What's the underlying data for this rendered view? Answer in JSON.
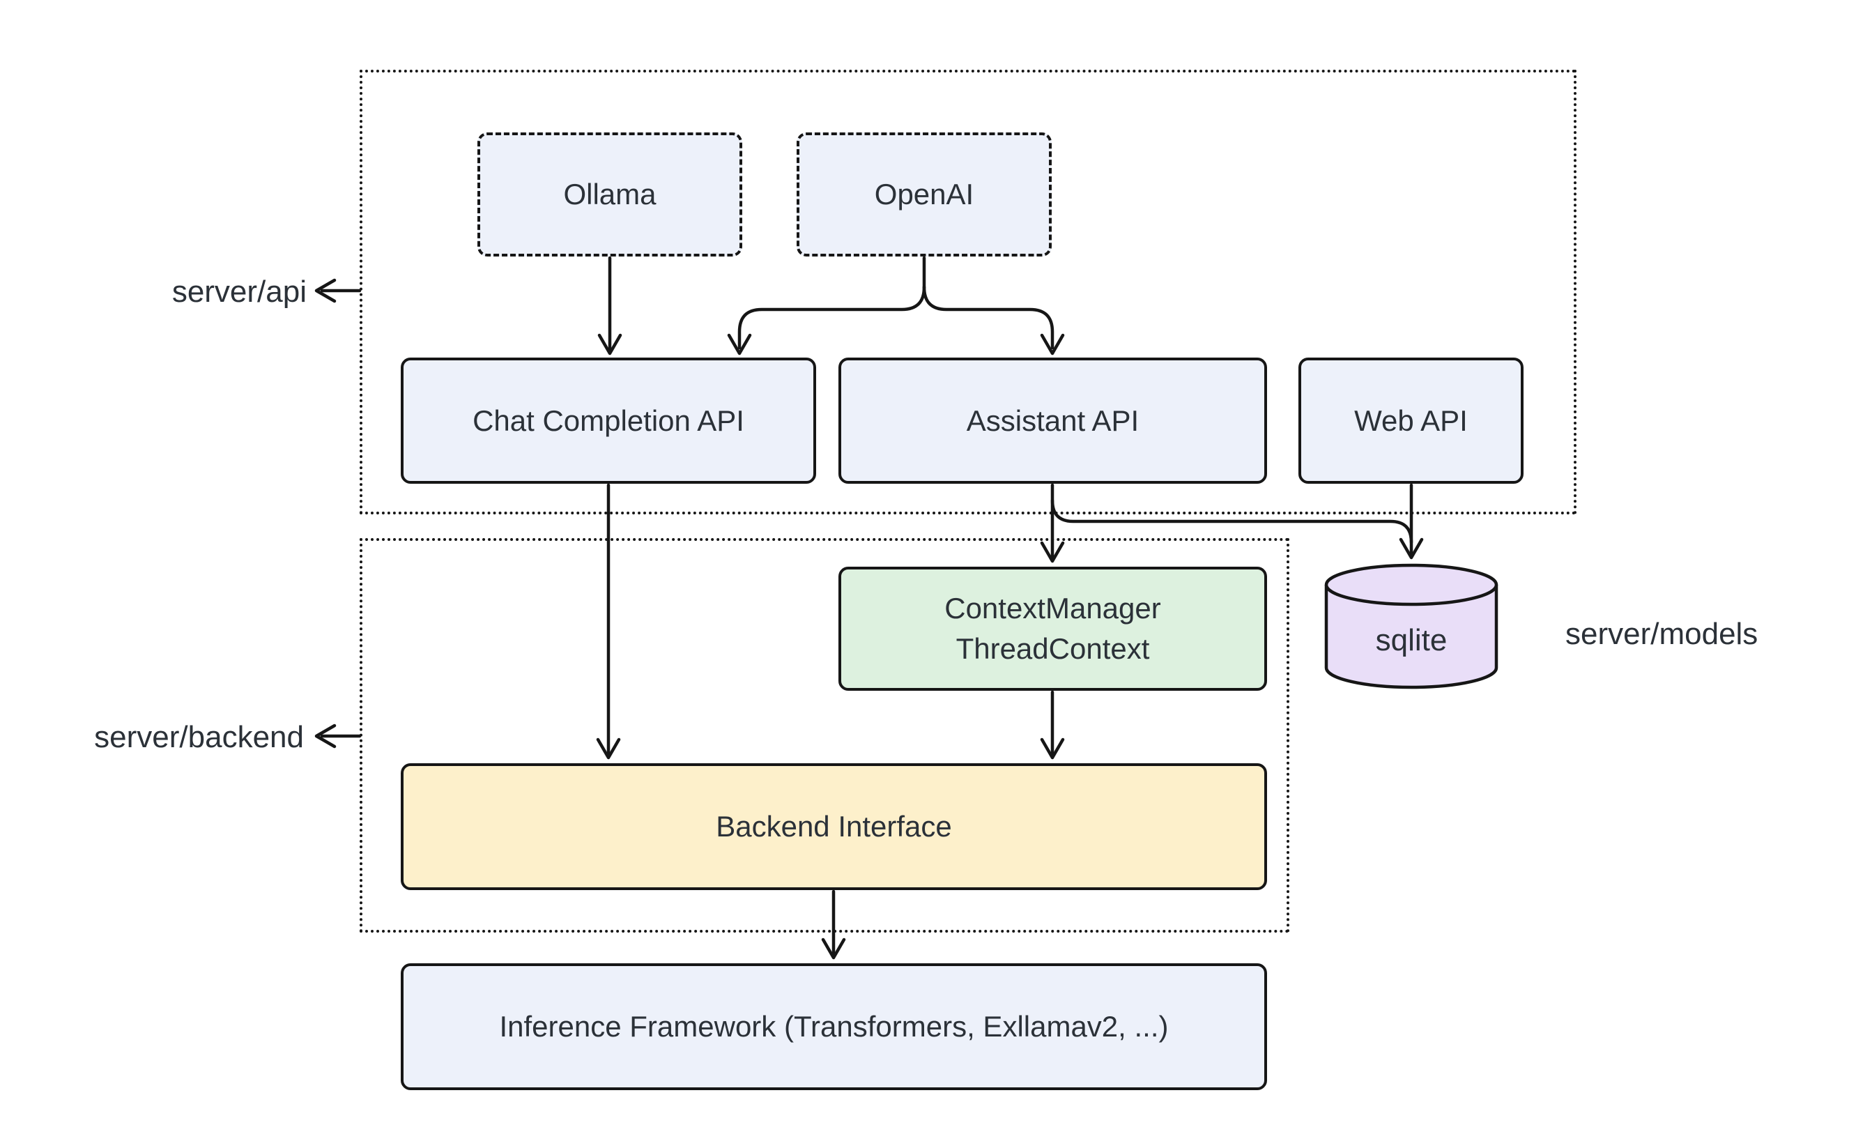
{
  "groups": {
    "api": {
      "label": "server/api"
    },
    "backend": {
      "label": "server/backend"
    },
    "models": {
      "label": "server/models"
    }
  },
  "nodes": {
    "ollama": {
      "label": "Ollama"
    },
    "openai": {
      "label": "OpenAI"
    },
    "chat_completion_api": {
      "label": "Chat Completion API"
    },
    "assistant_api": {
      "label": "Assistant API"
    },
    "web_api": {
      "label": "Web API"
    },
    "context_manager": {
      "line1": "ContextManager",
      "line2": "ThreadContext"
    },
    "sqlite": {
      "label": "sqlite"
    },
    "backend_interface": {
      "label": "Backend Interface"
    },
    "inference_framework": {
      "label": "Inference Framework (Transformers, Exllamav2, ...)"
    }
  },
  "edges": [
    {
      "from": "Ollama",
      "to": "Chat Completion API"
    },
    {
      "from": "OpenAI",
      "to": "Chat Completion API"
    },
    {
      "from": "OpenAI",
      "to": "Assistant API"
    },
    {
      "from": "Chat Completion API",
      "to": "Backend Interface"
    },
    {
      "from": "Assistant API",
      "to": "ContextManager ThreadContext"
    },
    {
      "from": "Assistant API",
      "to": "sqlite"
    },
    {
      "from": "Web API",
      "to": "sqlite"
    },
    {
      "from": "ContextManager ThreadContext",
      "to": "Backend Interface"
    },
    {
      "from": "Backend Interface",
      "to": "Inference Framework (Transformers, Exllamav2, ...)"
    }
  ],
  "colors": {
    "node_blue": "#edf1fa",
    "node_green": "#ddf1df",
    "node_yellow": "#fdf0cb",
    "node_purple": "#e9def8",
    "line": "#161616",
    "text": "#2b3138",
    "background": "#ffffff"
  }
}
